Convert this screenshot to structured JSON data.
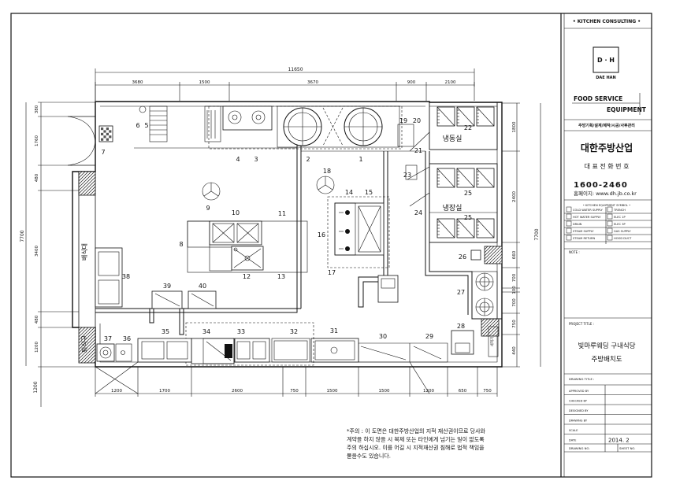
{
  "title_block": {
    "consulting": "• KITCHEN CONSULTING •",
    "logo_mark": "D · H",
    "logo_name": "DAE HAN",
    "fse_line1": "FOOD SERVICE",
    "fse_line2": "EQUIPMENT",
    "services": "주방기획/설계/제작/시공/사후관리",
    "company": "대한주방산업",
    "phone_label": "대 표 전 화 번 호",
    "phone": "1600-2460",
    "homepage": "홈페이지: www.dh.jb.co.kr",
    "symbol_title": "• KITCHEN EQUIPMENT SYMBOL •",
    "symbols": [
      {
        "a": "COLD WATER SUPPLY",
        "b": "TRENCH"
      },
      {
        "a": "HOT WATER SUPPLY",
        "b": "ELEC 1P"
      },
      {
        "a": "DRAIN",
        "b": "ELEC 3P"
      },
      {
        "a": "STEAM SUPPLY",
        "b": "GAS SUPPLY"
      },
      {
        "a": "STEAM RETURN",
        "b": "HOOD DUCT"
      }
    ],
    "note_label": "NOTE :",
    "project_label": "PROJECT TITLE :",
    "project_line1": "빛마루웨딩 구내식당",
    "project_line2": "주방배치도",
    "drawing_title_label": "DRAWING TITLE :",
    "rows": [
      {
        "label": "APPROVED BY",
        "value": ""
      },
      {
        "label": "CHECKED BY",
        "value": ""
      },
      {
        "label": "DESIGNED BY",
        "value": ""
      },
      {
        "label": "DRAWING BY",
        "value": ""
      },
      {
        "label": "SCALE",
        "value": ""
      },
      {
        "label": "DATE",
        "value": "2014. 2"
      }
    ],
    "drawing_no_label": "DRAWING NO.",
    "sheet_no_label": "SHEET NO."
  },
  "dimensions": {
    "total_top": "11650",
    "top": [
      "3680",
      "1500",
      "3670",
      "900",
      "2100"
    ],
    "bottom": [
      "1200",
      "1700",
      "2600",
      "750",
      "1500",
      "1500",
      "1200",
      "650",
      "750"
    ],
    "left_top": [
      "380",
      "1760",
      "480",
      "3400",
      "480",
      "1200"
    ],
    "left_total": "7700",
    "left_extra": "1200",
    "right": [
      "1800",
      "2400",
      "660",
      "700",
      "100",
      "700",
      "750",
      "440"
    ],
    "right_total": "7700"
  },
  "rooms": {
    "freezer": "냉동실",
    "fridge": "냉장실",
    "dish_return": "배식대",
    "tray_return": "퇴식구",
    "sink_label": "세척기"
  },
  "numbers": [
    "1",
    "2",
    "3",
    "4",
    "5",
    "6",
    "7",
    "8",
    "9",
    "10",
    "11",
    "12",
    "13",
    "14",
    "15",
    "16",
    "17",
    "18",
    "19",
    "20",
    "21",
    "22",
    "23",
    "24",
    "25",
    "25",
    "26",
    "27",
    "28",
    "29",
    "30",
    "31",
    "32",
    "33",
    "34",
    "35",
    "36",
    "37",
    "38",
    "39",
    "40"
  ],
  "notice": [
    "*주의 : 이 도면은 대한주방산업의 지적 재산권이므로 당사와",
    "계약을 하지 않을 시 복제 또는 타인에게 넘기는 일이 없도록",
    "주의 하십시오. 이를 어길 시 지적재산권 침해로 법적 책임을",
    "물을수도 있습니다."
  ]
}
